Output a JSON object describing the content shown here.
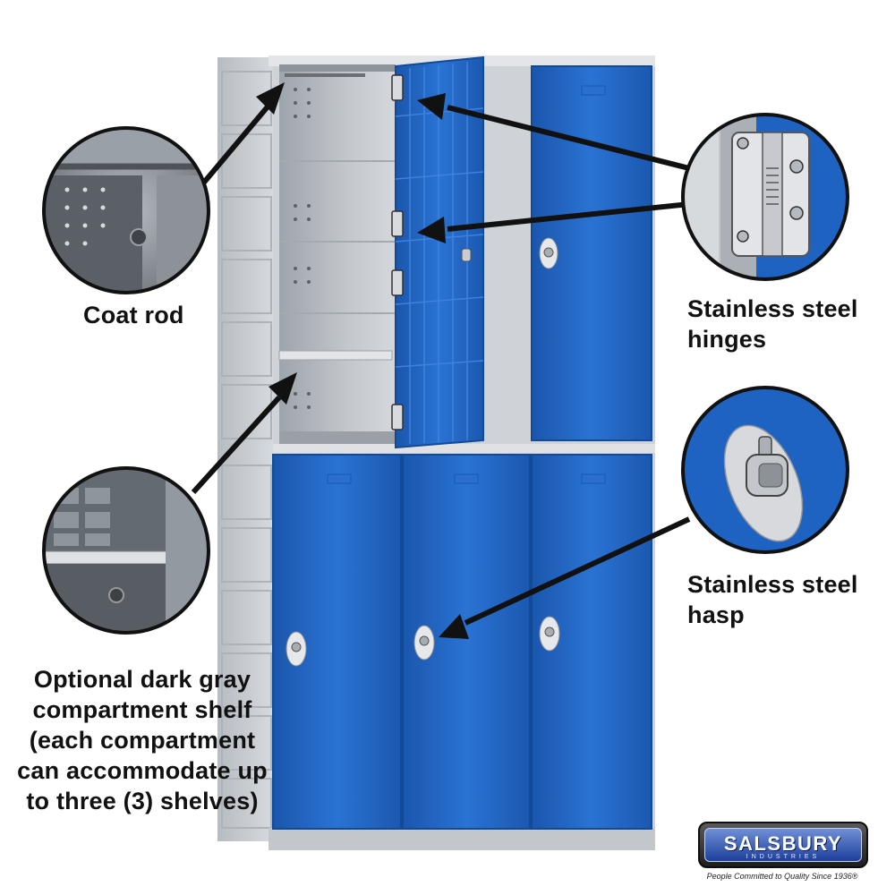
{
  "labels": {
    "coat_rod": "Coat rod",
    "hinges_line1": "Stainless steel",
    "hinges_line2": "hinges",
    "hasp_line1": "Stainless steel",
    "hasp_line2": "hasp",
    "shelf_line1": "Optional dark gray",
    "shelf_line2": "compartment shelf",
    "shelf_line3": "(each compartment",
    "shelf_line4": "can accommodate up",
    "shelf_line5": "to three (3) shelves)"
  },
  "logo": {
    "name": "SALSBURY",
    "subtitle": "INDUSTRIES",
    "tagline": "People Committed to Quality Since 1936®"
  },
  "colors": {
    "door_blue": "#1f63c2",
    "frame_gray": "#c9cdd2",
    "interior_gray": "#b9bec4",
    "callout_border": "#111111"
  }
}
